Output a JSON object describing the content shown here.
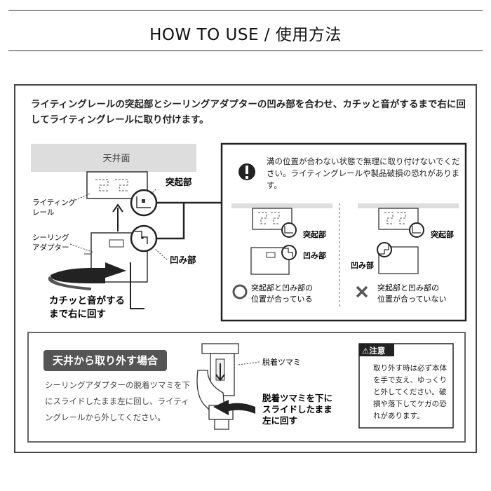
{
  "header": {
    "title": "HOW TO USE / 使用方法"
  },
  "install": {
    "intro": "ライティングレールの突起部とシーリングアダプターの凹み部を合わせ、カチッと音がするまで右に回してライティングレールに取り付けます。",
    "ceiling_label": "天井面",
    "rail_label_line1": "ライティング",
    "rail_label_line2": "レール",
    "adapter_label_line1": "シーリング",
    "adapter_label_line2": "アダプター",
    "protrusion_label": "突起部",
    "recess_label": "凹み部",
    "instruction_line1": "カチッと音がする",
    "instruction_line2": "まで右に回す"
  },
  "warning": {
    "text": "溝の位置が合わない状態で無理に取り付けないでください。ライティングレールや製品破損の恐れがあります。",
    "good": {
      "protrusion_label": "突起部",
      "recess_label": "凹み部",
      "symbol": "〇",
      "caption_line1": "突起部と凹み部の",
      "caption_line2": "位置が合っている"
    },
    "bad": {
      "protrusion_label": "突起部",
      "recess_label": "凹み部",
      "symbol": "✕",
      "caption_line1": "突起部と凹み部の",
      "caption_line2": "位置が合っていない"
    }
  },
  "removal": {
    "title": "天井から取り外す場合",
    "body": "シーリングアダプターの脱着ツマミを下にスライドしたまま左に回し、ライティングレールから外してください。",
    "knob_label": "脱着ツマミ",
    "instruction_line1": "脱着ツマミを下に",
    "instruction_line2": "スライドしたまま",
    "instruction_line3": "左に回す"
  },
  "caution": {
    "title": "⚠注意",
    "body": "取り外す時は必ず本体を手で支え、ゆっくりと外してください。破損や落下してケガの恐れがあります。"
  }
}
